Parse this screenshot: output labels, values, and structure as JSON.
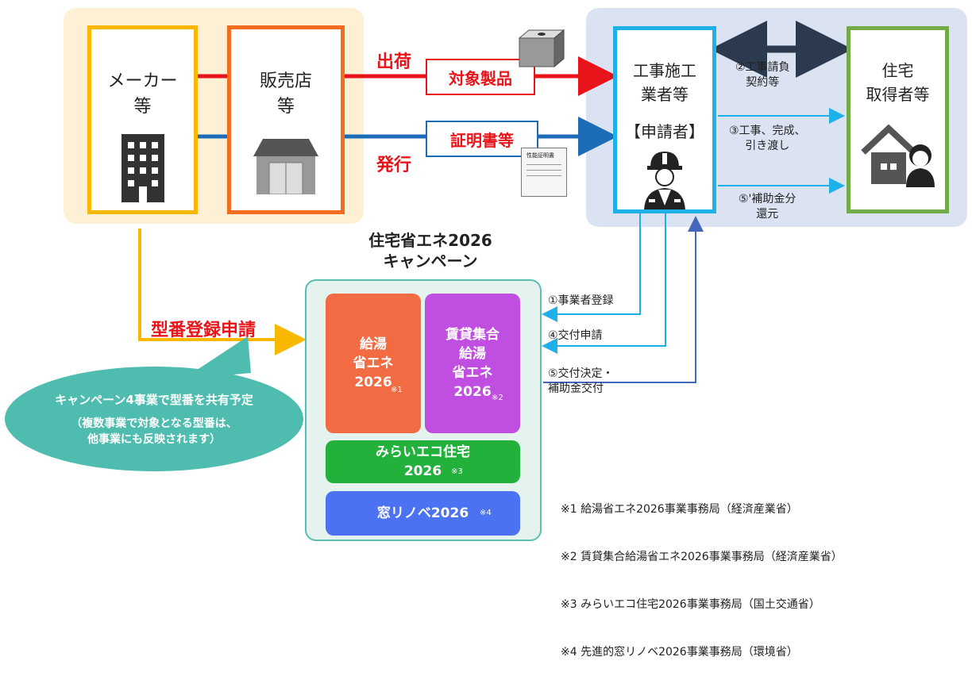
{
  "maker": {
    "title": "メーカー\n等"
  },
  "shop": {
    "title": "販売店\n等"
  },
  "builder": {
    "title": "工事施工\n業者等",
    "role": "【申請者】"
  },
  "buyer": {
    "title": "住宅\n取得者等"
  },
  "flows": {
    "shipping": "出荷",
    "product": "対象製品",
    "issue": "発行",
    "certificate": "証明書等",
    "certificate_doc": "性能証明書"
  },
  "relations": {
    "contract": "②工事請負\n契約等",
    "delivery": "③工事、完成、\n引き渡し",
    "refund": "⑤'補助金分\n還元"
  },
  "campaign": {
    "title": "住宅省エネ2026\nキャンペーン",
    "programs": [
      {
        "label": "給湯\n省エネ\n2026",
        "mark": "※1"
      },
      {
        "label": "賃貸集合\n給湯\n省エネ\n2026",
        "mark": "※2"
      },
      {
        "label": "みらいエコ住宅\n2026",
        "mark": "※3"
      },
      {
        "label": "窓リノベ2026",
        "mark": "※4"
      }
    ]
  },
  "steps": {
    "register": "①事業者登録",
    "apply": "④交付申請",
    "decision": "⑤交付決定・\n補助金交付"
  },
  "model_registration": "型番登録申請",
  "bubble": {
    "line1": "キャンペーン4事業で型番を共有予定",
    "line2": "（複数事業で対象となる型番は、\n他事業にも反映されます）"
  },
  "notes": [
    "※1 給湯省エネ2026事業事務局（経済産業省）",
    "※2 賃貸集合給湯省エネ2026事業事務局（経済産業省）",
    "※3 みらいエコ住宅2026事業事務局（国土交通省）",
    "※4 先進的窓リノベ2026事業事務局（環境省）"
  ],
  "colors": {
    "maker": "#f9b800",
    "shop": "#f26d1e",
    "builder": "#1eb0e8",
    "buyer": "#72ab47",
    "ship_arrow": "#e8141a",
    "issue_arrow": "#1c6cb8",
    "program1": "#f26b42",
    "program2": "#c04ee0",
    "program3": "#22b23c",
    "program4": "#4a72f2",
    "bubble": "#4ebdb0"
  }
}
